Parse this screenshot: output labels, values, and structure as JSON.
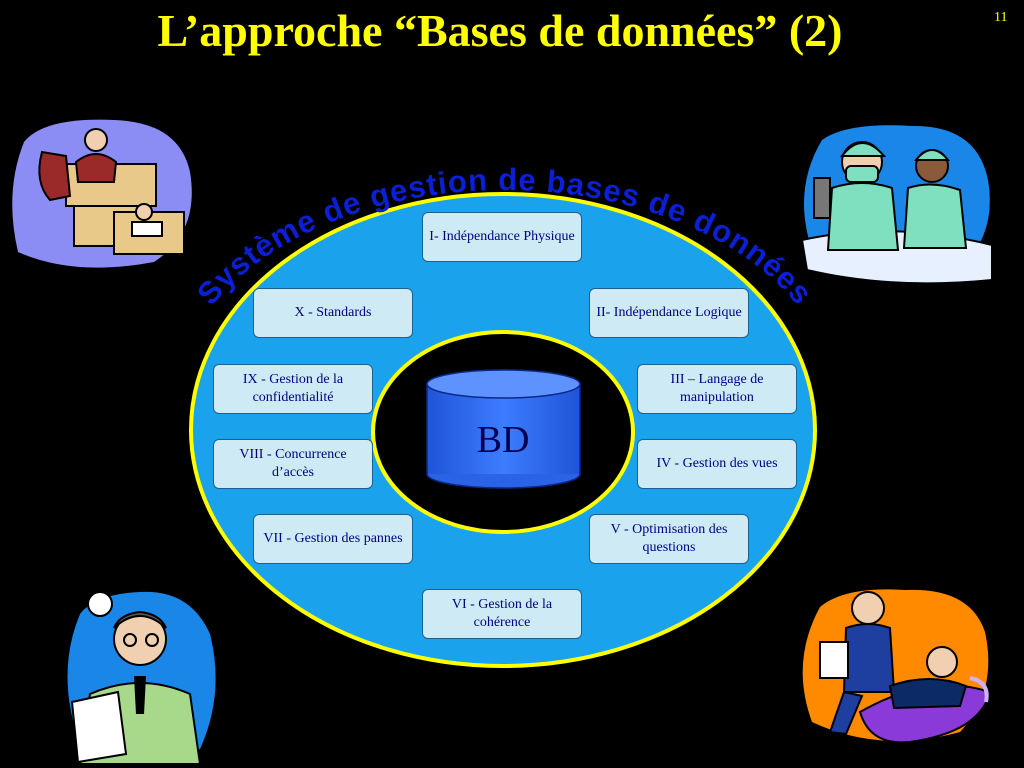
{
  "slide": {
    "title": "L’approche “Bases de données” (2)",
    "page_number": "11"
  },
  "diagram": {
    "ring_label": "Système de gestion de bases de données",
    "center_label": "BD",
    "items": [
      "I- Indépendance Physique",
      "II- Indépendance Logique",
      "III – Langage de manipulation",
      "IV - Gestion des vues",
      "V - Optimisation des questions",
      "VI - Gestion de la cohérence",
      "VII - Gestion des pannes",
      "VIII - Concurrence d’accès",
      "IX - Gestion de la confidentialité",
      "X - Standards"
    ]
  },
  "colors": {
    "title": "#ffff00",
    "outer_ellipse": "#1aa3ec",
    "ring_border": "#ffff00",
    "inner_ellipse": "#000000",
    "cylinder": "#2f6cf2",
    "ring_text": "#0b1fd6",
    "box_fill": "#cdeaf5",
    "box_text": "#000080"
  },
  "clipart": [
    "office-workers-clipart",
    "surgeons-clipart",
    "doctor-clipart",
    "psychiatrist-patient-clipart"
  ]
}
